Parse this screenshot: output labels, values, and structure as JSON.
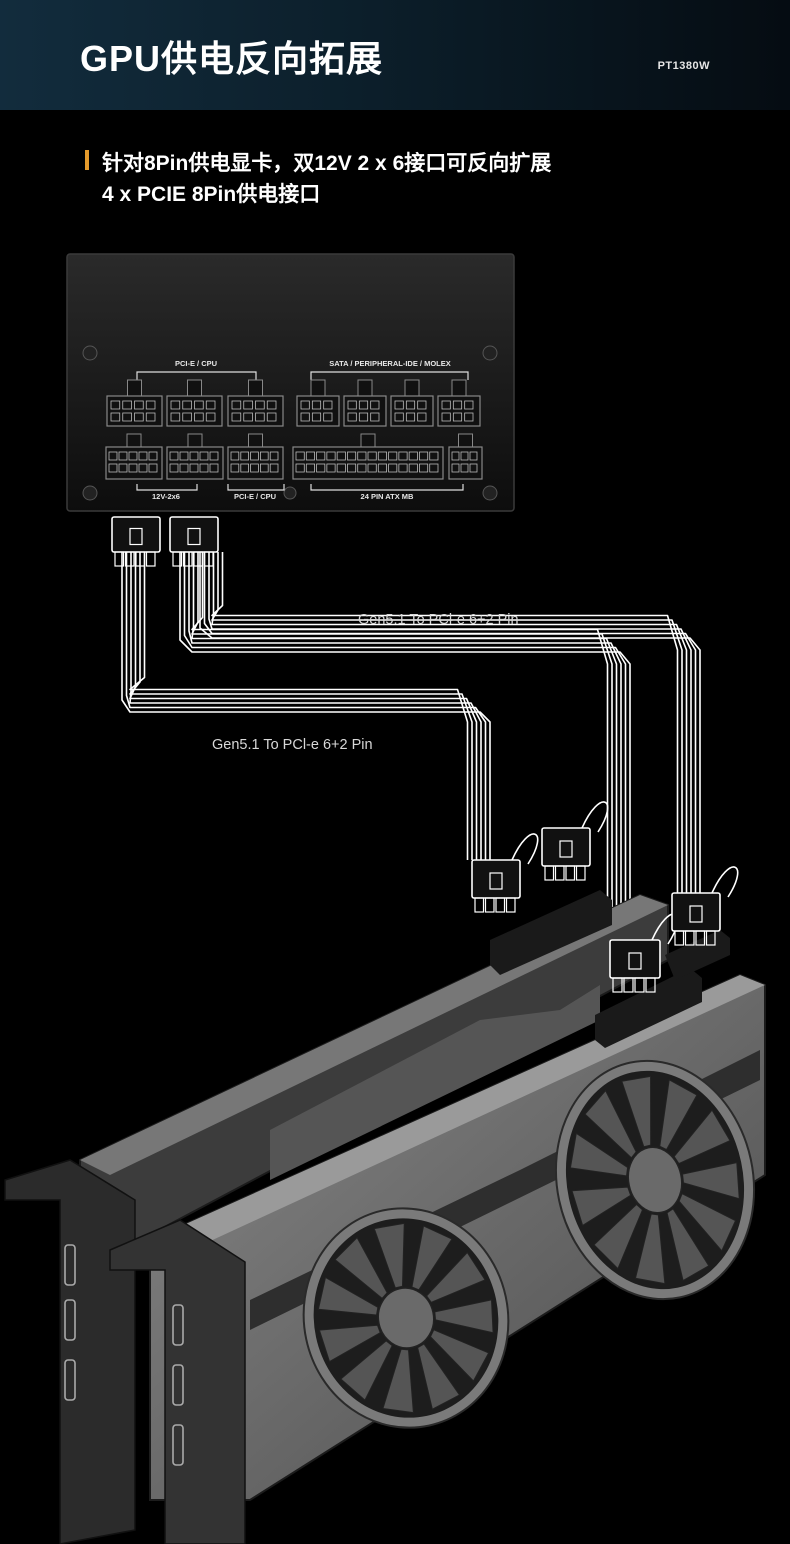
{
  "header": {
    "title": "GPU供电反向拓展",
    "model": "PT1380W"
  },
  "subtitle": {
    "line1": "针对8Pin供电显卡，双12V 2 x 6接口可反向扩展",
    "line2": "4 x PCIE 8Pin供电接口"
  },
  "psu_panel": {
    "top_left_group": "PCI-E / CPU",
    "top_right_group": "SATA / PERIPHERAL-IDE / MOLEX",
    "bottom_left": "12V-2x6",
    "bottom_mid": "PCI-E / CPU",
    "bottom_right": "24 PIN ATX MB"
  },
  "cables": {
    "upper_label": "Gen5.1 To PCl-e 6+2 Pin",
    "lower_label": "Gen5.1 To PCl-e 6+2 Pin"
  },
  "colors": {
    "accent": "#e59a2b",
    "header_bg": "#122c3d",
    "cable": "#ffffff",
    "gpu_shell": "#6a6a6a"
  }
}
